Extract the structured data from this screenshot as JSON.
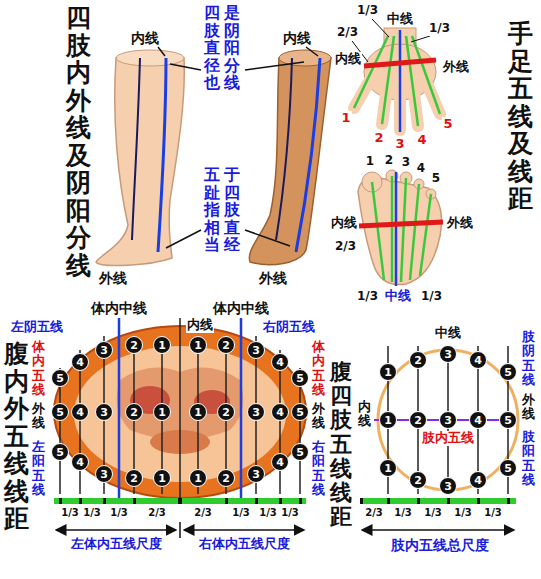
{
  "diagram": {
    "nodes": [
      {
        "text": [
          "5"
        ]
      },
      {
        "text": [
          "4"
        ]
      },
      {
        "text": [
          "3"
        ]
      },
      {
        "text": [
          "2"
        ]
      },
      {
        "text": [
          "1"
        ]
      },
      {
        "text": [
          "1"
        ]
      },
      {
        "text": [
          "2"
        ]
      },
      {
        "text": [
          "3"
        ]
      },
      {
        "text": [
          "4"
        ]
      },
      {
        "text": [
          "5"
        ]
      },
      {
        "text": [
          "5"
        ]
      },
      {
        "text": [
          "4"
        ]
      },
      {
        "text": [
          "3"
        ]
      },
      {
        "text": [
          "2"
        ]
      },
      {
        "text": [
          "1"
        ]
      },
      {
        "text": [
          "1"
        ]
      },
      {
        "text": [
          "2"
        ]
      },
      {
        "text": [
          "3"
        ]
      },
      {
        "text": [
          "4"
        ]
      },
      {
        "text": [
          "5"
        ]
      },
      {
        "text": [
          "5"
        ]
      },
      {
        "text": [
          "4"
        ]
      },
      {
        "text": [
          "3"
        ]
      },
      {
        "text": [
          "2"
        ]
      },
      {
        "text": [
          "1"
        ]
      },
      {
        "text": [
          "1"
        ]
      },
      {
        "text": [
          "2"
        ]
      },
      {
        "text": [
          "3"
        ]
      },
      {
        "text": [
          "4"
        ]
      },
      {
        "text": [
          "5"
        ]
      },
      {
        "text": [
          "1"
        ]
      },
      {
        "text": [
          "2"
        ]
      },
      {
        "text": [
          "3"
        ]
      },
      {
        "text": [
          "4"
        ]
      },
      {
        "text": [
          "5"
        ]
      },
      {
        "text": [
          "1"
        ]
      },
      {
        "text": [
          "2"
        ]
      },
      {
        "text": [
          "3"
        ]
      },
      {
        "text": [
          "4"
        ]
      },
      {
        "text": [
          "5"
        ]
      },
      {
        "text": [
          "1"
        ]
      },
      {
        "text": [
          "2"
        ]
      },
      {
        "text": [
          "3"
        ]
      },
      {
        "text": [
          "4"
        ]
      },
      {
        "text": [
          "5"
        ]
      }
    ],
    "labels": [
      "四肢内外线及阴阳分线",
      "内线",
      "内线",
      "四肢直径也",
      "是阴阳分线",
      "五趾指相当",
      "于四肢直经",
      "外线",
      "外线",
      "1/3",
      "中线",
      "1/3",
      "2/3",
      "内线",
      "外线",
      "1",
      "2",
      "3",
      "4",
      "5",
      "手足五线及线距",
      "1",
      "2",
      "3",
      "4",
      "5",
      "内线",
      "外线",
      "2/3",
      "1/3",
      "中线",
      "1/3",
      "体内中线",
      "体内中线",
      "内线",
      "左阴五线",
      "右阴五线",
      "体内五线",
      "体内五线",
      "外线",
      "外线",
      "左阳五线",
      "右阳五线",
      "腹内外五线线距",
      "1/3",
      "1/3",
      "1/3",
      "2/3",
      "2/3",
      "1/3",
      "1/3",
      "1/3",
      "左体内五线尺度",
      "右体内五线尺度",
      "腹四肢五线线距",
      "中线",
      "内线",
      "肢阴五线",
      "外线",
      "肢阳五线",
      "肢内五线",
      "2/3",
      "1/3",
      "1/3",
      "1/3",
      "1/3",
      "肢内五线总尺度"
    ]
  }
}
